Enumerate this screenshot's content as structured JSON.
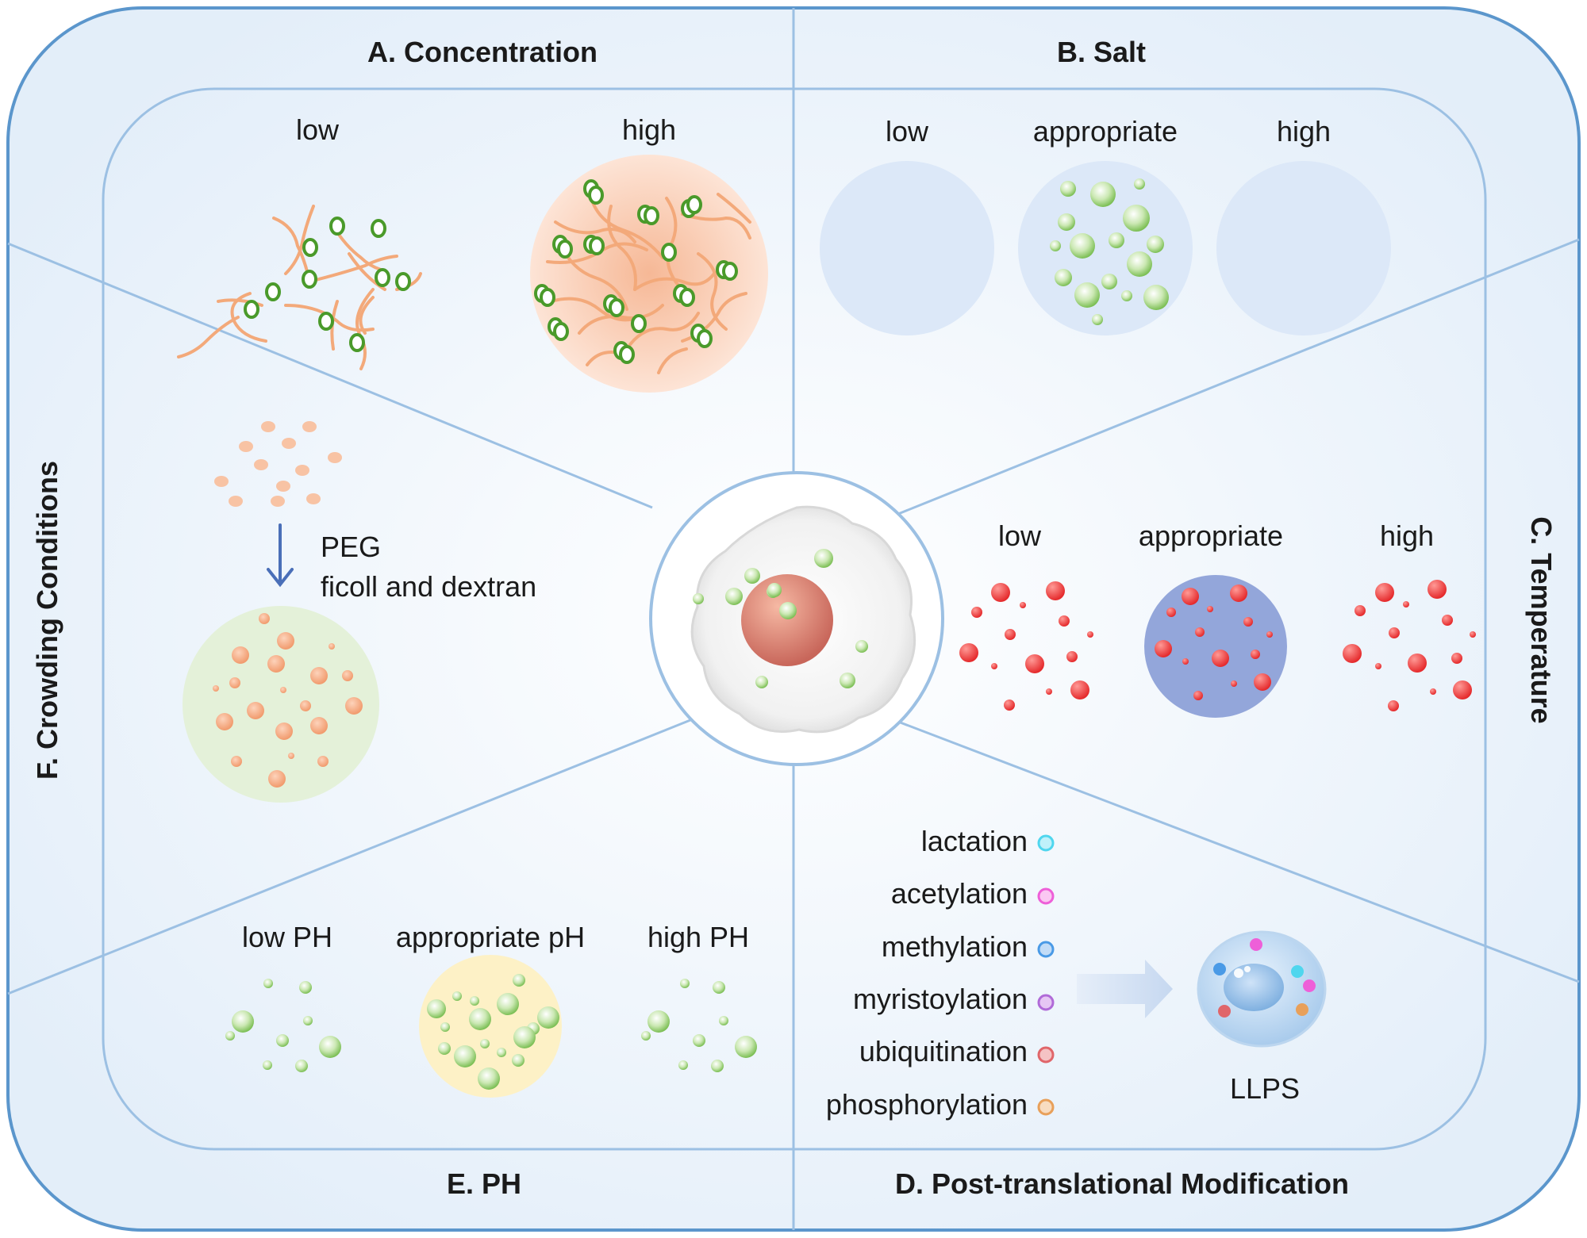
{
  "panels": {
    "A": {
      "title": "A. Concentration",
      "labels": [
        "low",
        "high"
      ]
    },
    "B": {
      "title": "B. Salt",
      "labels": [
        "low",
        "appropriate",
        "high"
      ]
    },
    "C": {
      "title": "C. Temperature",
      "labels": [
        "low",
        "appropriate",
        "high"
      ]
    },
    "D": {
      "title": "D. Post-translational Modification",
      "modifications": [
        {
          "label": "lactation",
          "color": "#4fd6ee"
        },
        {
          "label": "acetylation",
          "color": "#ee5fd8"
        },
        {
          "label": "methylation",
          "color": "#4a9ae6"
        },
        {
          "label": "myristoylation",
          "color": "#b06ad8"
        },
        {
          "label": "ubiquitination",
          "color": "#e0666a"
        },
        {
          "label": "phosphorylation",
          "color": "#e8a05a"
        }
      ],
      "result_label": "LLPS"
    },
    "E": {
      "title": "E. PH",
      "labels": [
        "low PH",
        "appropriate pH",
        "high PH"
      ]
    },
    "F": {
      "title": "F. Crowding Conditions",
      "agents": [
        "PEG",
        "ficoll and dextran"
      ]
    }
  },
  "colors": {
    "frame": "#5b96cc",
    "inner_line": "#9cc0e3",
    "panel_bg": "#edf4fc",
    "droplet_green": "#8fcc6a",
    "droplet_red": "#e8383a",
    "droplet_orange": "#f4a27a",
    "arrow": "#4a6fb8"
  }
}
